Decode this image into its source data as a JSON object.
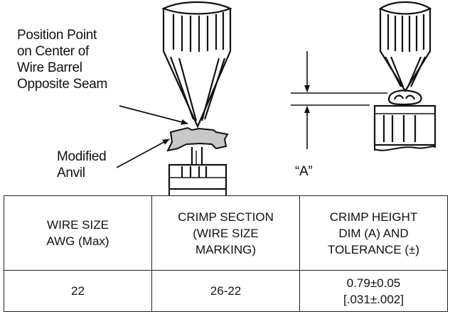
{
  "figure": {
    "label_position": "Position Point\non Center of\nWire Barrel\nOpposite Seam",
    "label_anvil": "Modified\nAnvil",
    "label_dimension": "“A”"
  },
  "table": {
    "headers": [
      "WIRE SIZE\nAWG (Max)",
      "CRIMP SECTION\n(WIRE SIZE\nMARKING)",
      "CRIMP HEIGHT\nDIM (A) AND\nTOLERANCE (±)"
    ],
    "rows": [
      [
        "22",
        "26-22",
        "0.79±0.05\n[.031±.002]"
      ]
    ]
  }
}
